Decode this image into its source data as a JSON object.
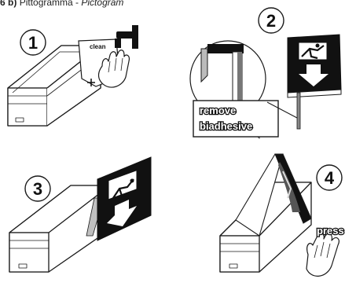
{
  "heading": {
    "label": "6 b)",
    "title_it": "Pittogramma -",
    "title_en": "Pictogram"
  },
  "steps": [
    {
      "number": "1",
      "label": "clean"
    },
    {
      "number": "2",
      "label_line1": "remove",
      "label_line2": "biadhesive"
    },
    {
      "number": "3"
    },
    {
      "number": "4",
      "label": "press"
    }
  ],
  "colors": {
    "ink": "#1a1a1a",
    "sign_fill": "#111111",
    "paper": "#ffffff",
    "adhesive_grey": "#b5b5b5"
  },
  "icons": [
    "faucet-icon",
    "hand-icon",
    "emergency-exit-sign-icon",
    "down-arrow-icon"
  ]
}
